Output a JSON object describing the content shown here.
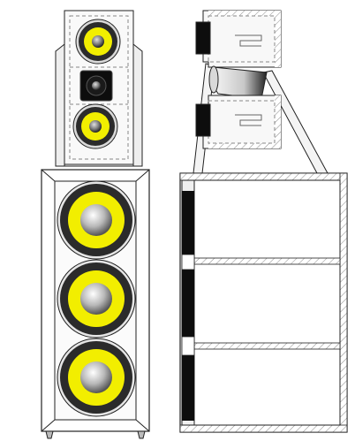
{
  "diagram": {
    "front_view": {
      "top_module_drivers": [
        "midrange-driver",
        "tweeter",
        "midrange-driver"
      ],
      "bottom_module_drivers": [
        "woofer",
        "woofer",
        "woofer"
      ]
    },
    "side_view": {
      "bottom_module_shelves": 3
    }
  },
  "colors": {
    "background": "#ffffff",
    "outline": "#222222",
    "panel_fill": "#f4f4f4",
    "dashed": "#888888",
    "cone_yellow": "#f2ee00",
    "surround_dark": "#2b2b2b",
    "tweeter_black": "#0d0d0d",
    "hatch": "#777777"
  }
}
